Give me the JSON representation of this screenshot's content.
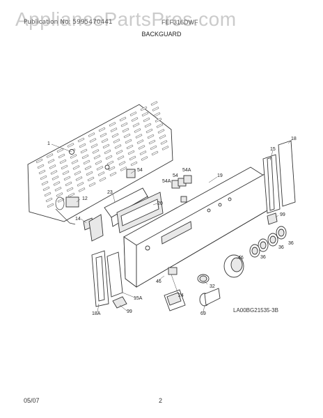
{
  "header": {
    "left_text": "Publication No: 5995470441",
    "mid_text": "FEF316DWF",
    "watermark": "AppliancePartsPros.com",
    "section_title": "BACKGUARD"
  },
  "diagram": {
    "part_labels": [
      "1",
      "12",
      "14",
      "15",
      "15A",
      "18",
      "18A",
      "19",
      "20",
      "23",
      "24",
      "32",
      "36",
      "36",
      "36",
      "46",
      "46",
      "54",
      "54",
      "54A",
      "54A",
      "69",
      "99",
      "99"
    ],
    "reference_code": "LA00BG21535-3B"
  },
  "footer": {
    "date": "05/07",
    "page_number": "2"
  }
}
